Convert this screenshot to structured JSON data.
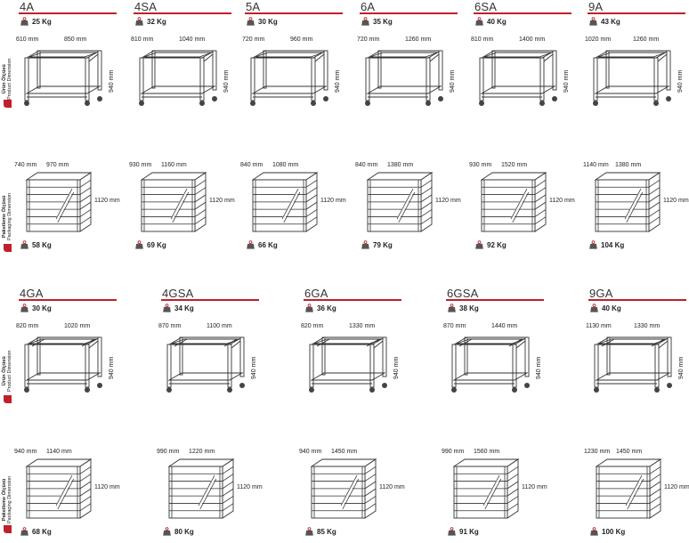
{
  "side_labels": {
    "product": {
      "line1": "Ürün Ölçüsü",
      "line2": "Product Dimension"
    },
    "packaging": {
      "line1": "Paketleme Ölçüsü",
      "line2": "Packaging Dimension"
    }
  },
  "colors": {
    "accent": "#c0202a",
    "line": "#333333",
    "text": "#222222"
  },
  "icons": {
    "weight": "weight-icon",
    "tab": "red-corner-tab"
  },
  "row1": [
    {
      "model": "4A",
      "product_weight": "25 Kg",
      "w": "610 mm",
      "d": "850 mm",
      "h": "940 mm",
      "pw": "740 mm",
      "pd": "970 mm",
      "ph": "1120 mm",
      "package_weight": "58 Kg"
    },
    {
      "model": "4SA",
      "product_weight": "32 Kg",
      "w": "810 mm",
      "d": "1040 mm",
      "h": "940 mm",
      "pw": "930 mm",
      "pd": "1160 mm",
      "ph": "1120 mm",
      "package_weight": "69 Kg"
    },
    {
      "model": "5A",
      "product_weight": "30 Kg",
      "w": "720 mm",
      "d": "960 mm",
      "h": "940 mm",
      "pw": "840 mm",
      "pd": "1080 mm",
      "ph": "1120 mm",
      "package_weight": "66 Kg"
    },
    {
      "model": "6A",
      "product_weight": "35 Kg",
      "w": "720 mm",
      "d": "1260 mm",
      "h": "940 mm",
      "pw": "840 mm",
      "pd": "1380 mm",
      "ph": "1120 mm",
      "package_weight": "79 Kg"
    },
    {
      "model": "6SA",
      "product_weight": "40 Kg",
      "w": "810 mm",
      "d": "1400 mm",
      "h": "940 mm",
      "pw": "930 mm",
      "pd": "1520 mm",
      "ph": "1120 mm",
      "package_weight": "92 Kg"
    },
    {
      "model": "9A",
      "product_weight": "43 Kg",
      "w": "1020 mm",
      "d": "1260 mm",
      "h": "940 mm",
      "pw": "1140 mm",
      "pd": "1380 mm",
      "ph": "1120 mm",
      "package_weight": "104 Kg"
    }
  ],
  "row2": [
    {
      "model": "4GA",
      "product_weight": "30 Kg",
      "w": "820 mm",
      "d": "1020 mm",
      "h": "940 mm",
      "pw": "940 mm",
      "pd": "1140 mm",
      "ph": "1120 mm",
      "package_weight": "68 Kg"
    },
    {
      "model": "4GSA",
      "product_weight": "34 Kg",
      "w": "870 mm",
      "d": "1100 mm",
      "h": "940 mm",
      "pw": "990 mm",
      "pd": "1220 mm",
      "ph": "1120 mm",
      "package_weight": "80 Kg"
    },
    {
      "model": "6GA",
      "product_weight": "36 Kg",
      "w": "820 mm",
      "d": "1330 mm",
      "h": "940 mm",
      "pw": "940 mm",
      "pd": "1450 mm",
      "ph": "1120 mm",
      "package_weight": "85 Kg"
    },
    {
      "model": "6GSA",
      "product_weight": "38 Kg",
      "w": "870 mm",
      "d": "1440 mm",
      "h": "940 mm",
      "pw": "990 mm",
      "pd": "1560 mm",
      "ph": "1120 mm",
      "package_weight": "91 Kg"
    },
    {
      "model": "9GA",
      "product_weight": "40 Kg",
      "w": "1130 mm",
      "d": "1330 mm",
      "h": "940 mm",
      "pw": "1230 mm",
      "pd": "1450 mm",
      "ph": "1120 mm",
      "package_weight": "100 Kg"
    }
  ]
}
